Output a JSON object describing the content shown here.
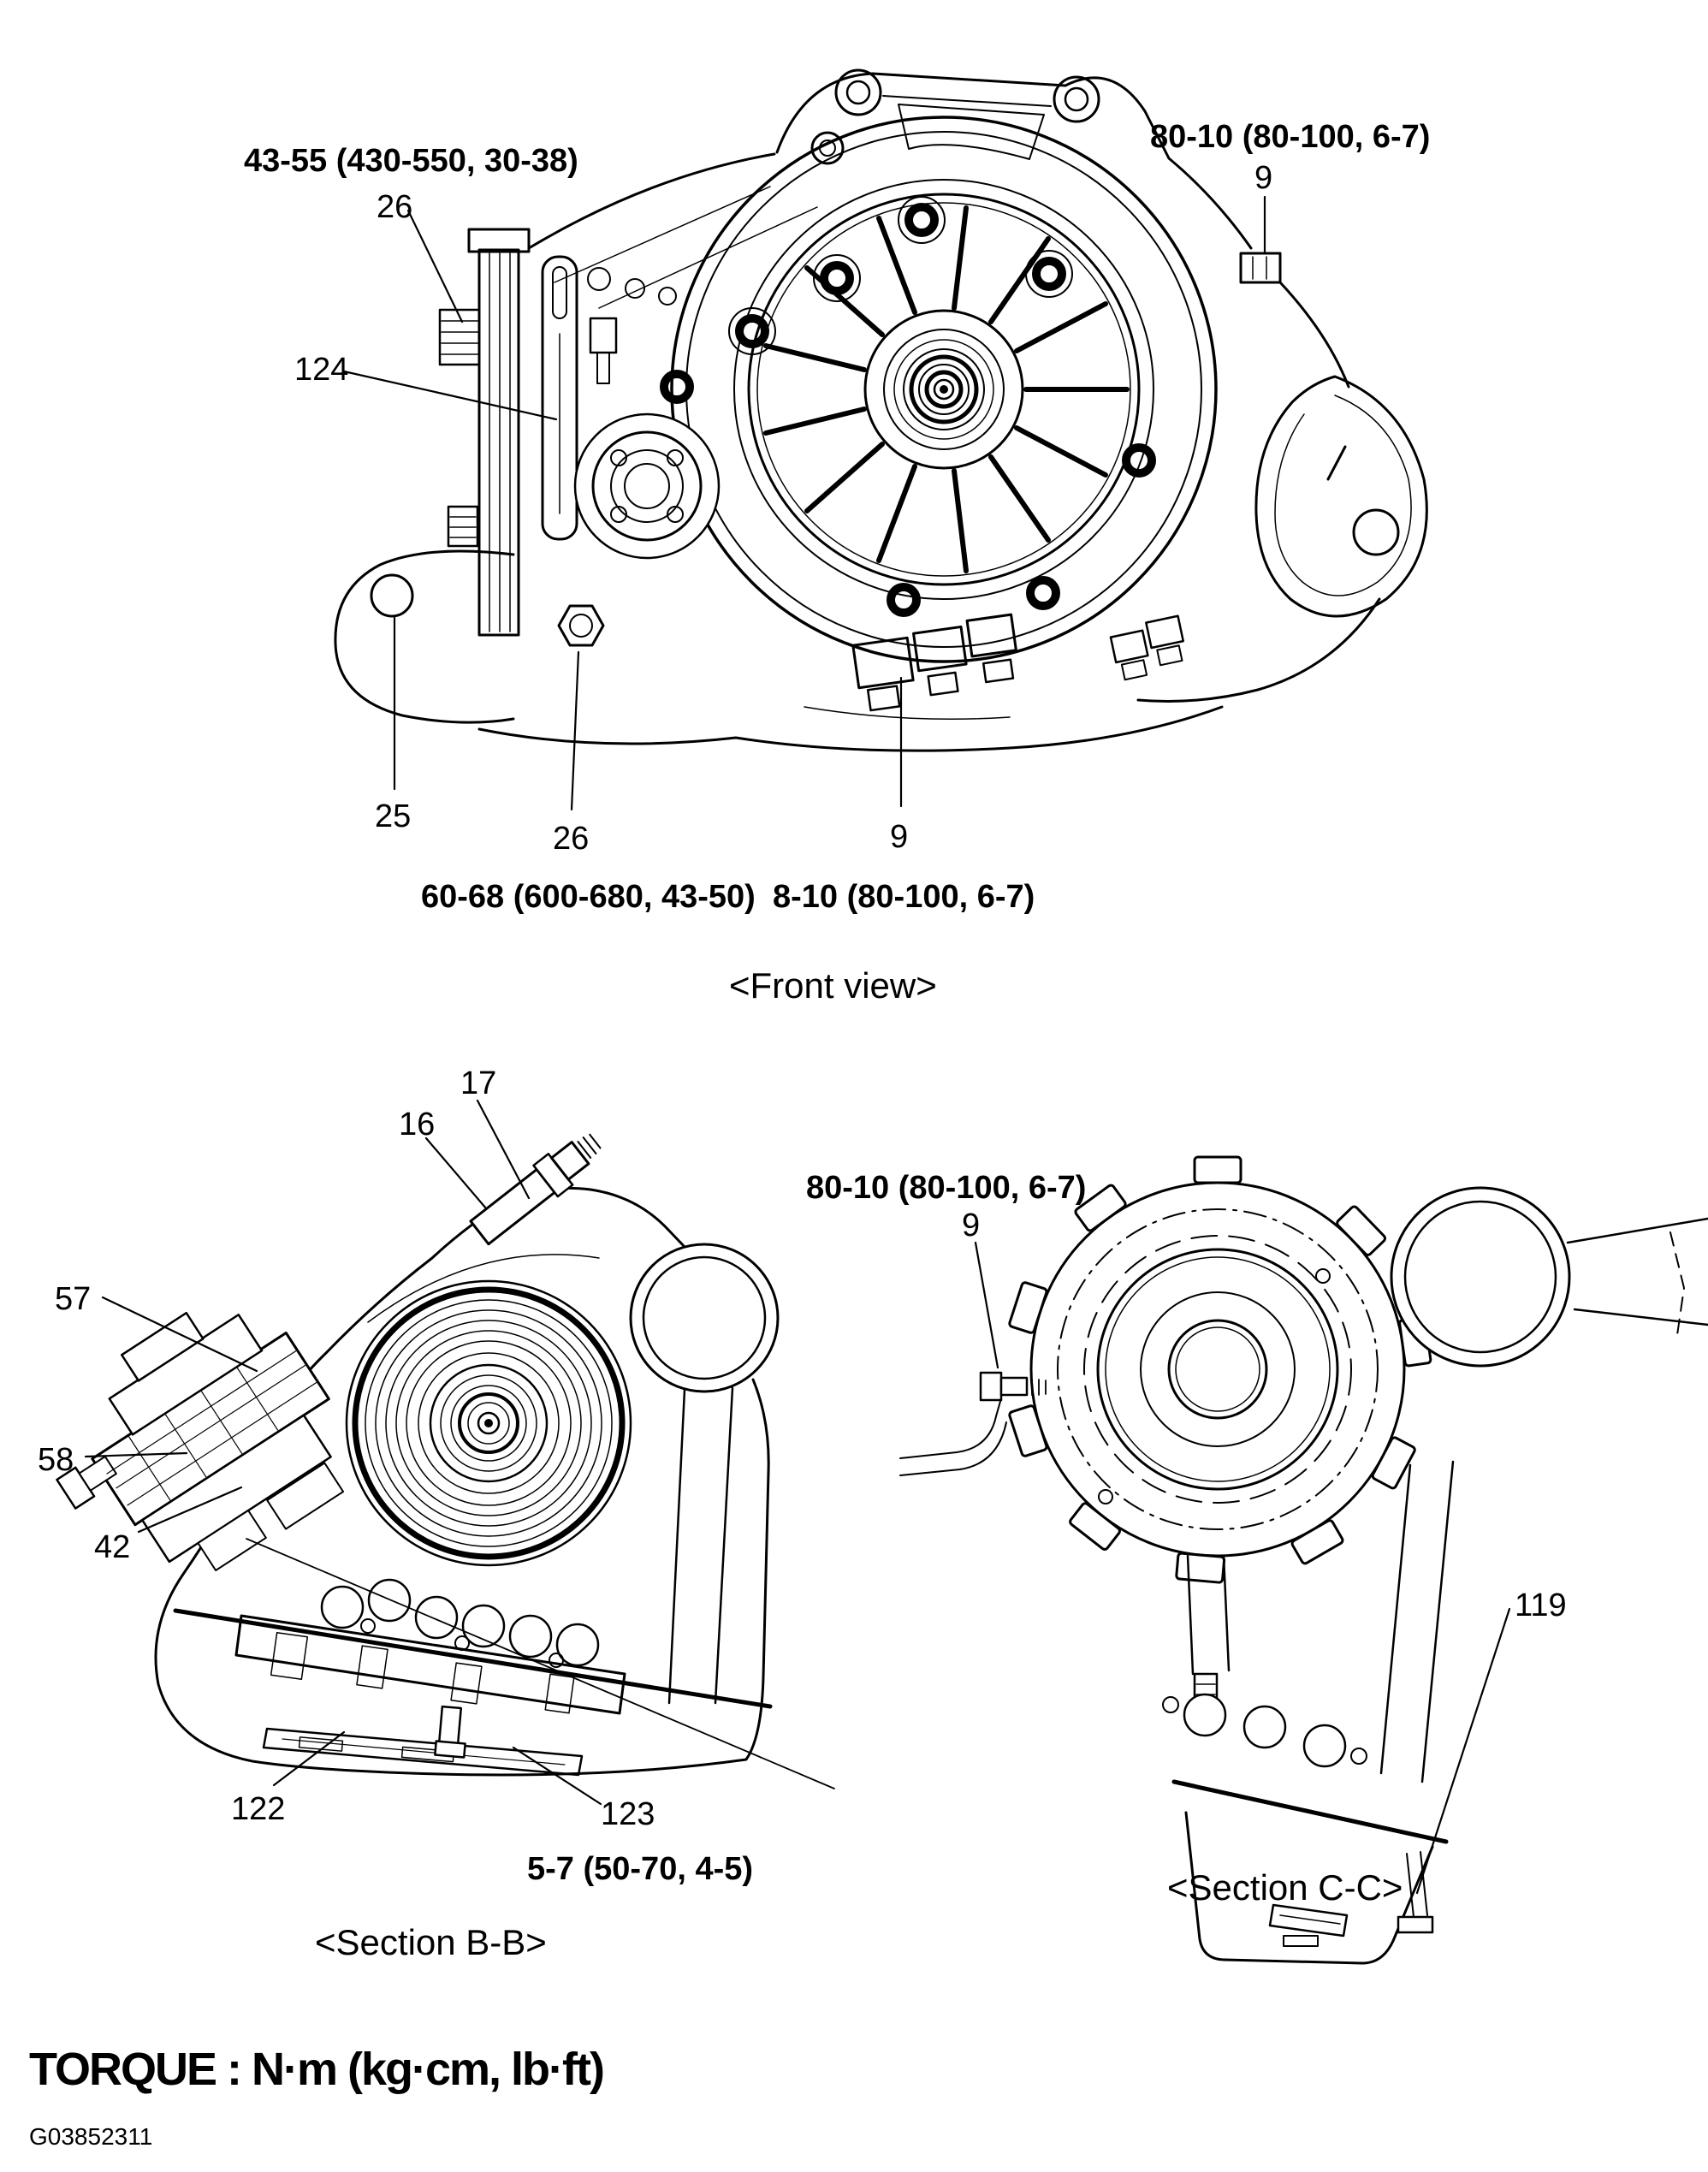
{
  "front_view": {
    "caption": "<Front view>",
    "torque_top_left": "43-55 (430-550, 30-38)",
    "ref_26_top": "26",
    "torque_top_right": "80-10 (80-100, 6-7)",
    "ref_9_top": "9",
    "ref_124": "124",
    "ref_25": "25",
    "ref_26_bottom": "26",
    "ref_9_bottom": "9",
    "torque_bottom_left": "60-68 (600-680, 43-50)",
    "torque_bottom_right": "8-10 (80-100, 6-7)"
  },
  "section_bb": {
    "caption": "<Section B-B>",
    "ref_17": "17",
    "ref_16": "16",
    "ref_57": "57",
    "ref_58": "58",
    "ref_42": "42",
    "ref_122": "122",
    "ref_123": "123",
    "torque_pan_bolt": "5-7 (50-70, 4-5)"
  },
  "section_cc": {
    "caption": "<Section C-C>",
    "torque_plug": "80-10 (80-100, 6-7)",
    "ref_9": "9",
    "ref_119": "119"
  },
  "footer": {
    "torque_note": "TORQUE : N·m (kg·cm, lb·ft)",
    "figure_code": "G03852311"
  }
}
